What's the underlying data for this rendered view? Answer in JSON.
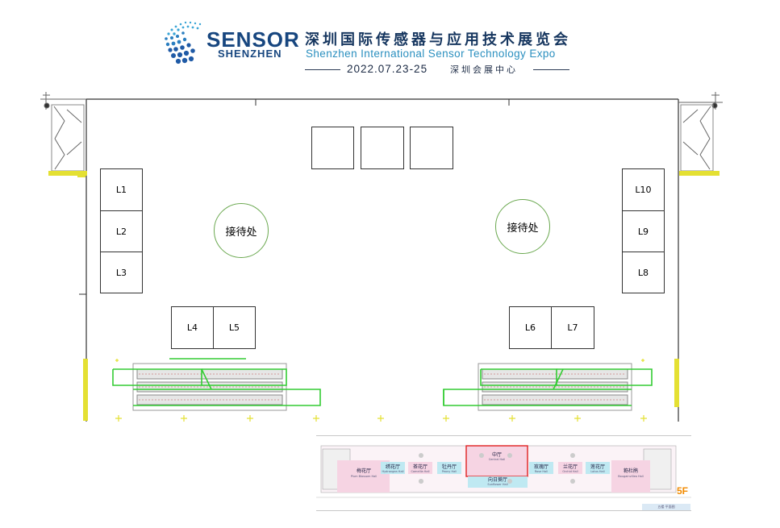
{
  "header": {
    "brand_line1": "SENSOR",
    "brand_line2": "SHENZHEN",
    "title_cn": "深圳国际传感器与应用技术展览会",
    "title_en": "Shenzhen International Sensor Technology Expo",
    "date": "2022.07.23-25",
    "venue": "深圳会展中心"
  },
  "floor_plan": {
    "booths": {
      "l1": "L1",
      "l2": "L2",
      "l3": "L3",
      "l4": "L4",
      "l5": "L5",
      "l6": "L6",
      "l7": "L7",
      "l8": "L8",
      "l9": "L9",
      "l10": "L10"
    },
    "reception_left": "接待处",
    "reception_right": "接待处"
  },
  "mini_map": {
    "halls": {
      "plum": "梅花厅",
      "plum_en": "Plum Blossom Hall",
      "hydrangea": "绣花厅",
      "hydrangea_en": "Hydrangea Hall",
      "camellia": "茶花厅",
      "camellia_en": "Camellia Hall",
      "peony": "牡丹厅",
      "peony_en": "Peony Hall",
      "central": "中厅",
      "central_en": "Central Hall",
      "sunflower": "向日葵厅",
      "sunflower_en": "Sunflower Hall",
      "rose": "玫瑰厅",
      "rose_en": "Rose Hall",
      "orchid": "兰花厅",
      "orchid_en": "Orchid Hall",
      "lotus": "莲花厅",
      "lotus_en": "Lotus Hall",
      "bougainvillea": "簕杜鹃",
      "bougainvillea_en": "Bougainvillea Hall"
    },
    "floor_label": "5F",
    "caption": "五楼 平面图"
  },
  "colors": {
    "brand_blue": "#17467f",
    "subtitle_blue": "#2a8fbf",
    "escalator_green": "#33cc33",
    "reception_green": "#6aa84f",
    "column_yellow": "#e4e033",
    "highlight_red": "#e02020",
    "hall_pink": "#f6d4e3",
    "hall_cyan": "#bfe9f2",
    "floor_label_orange": "#f28a00"
  }
}
